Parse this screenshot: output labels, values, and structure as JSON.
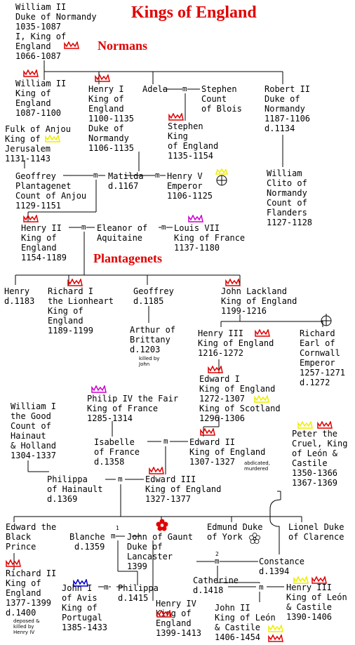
{
  "title": "Kings of England",
  "section_normans": "Normans",
  "section_plantagenets": "Plantagenets",
  "people": {
    "william2_normandy": "William II\nDuke of Normandy\n1035-1087\nI, King of\nEngland\n1066-1087",
    "william2": "William II\nKing of\nEngland\n1087-1100",
    "henry1": "Henry I\nKing of\nEngland\n1100-1135\nDuke of\nNormandy\n1106-1135",
    "adela": "Adela",
    "stephen_blois": "Stephen\nCount\nof Blois",
    "robert2": "Robert II\nDuke of\nNormandy\n1187-1106\nd.1134",
    "fulk": "Fulk of Anjou\nKing of\nJerusalem\n1131-1143",
    "stephen": "Stephen\nKing\nof England\n1135-1154",
    "geoffrey_plantagenet": "Geoffrey\nPlantagenet\nCount of Anjou\n1129-1151",
    "matilda": "Matilda",
    "matilda_d": "d.1167",
    "henry5_emperor": "Henry V\nEmperor\n1106-1125",
    "william_clito": "William\nClito of\nNormandy\nCount of\nFlanders\n1127-1128",
    "henry2": "Henry II\nKing of\nEngland\n1154-1189",
    "eleanor": "Eleanor of\nAquitaine",
    "louis7": "Louis VII\nKing of France\n1137-1180",
    "henry_young": "Henry\nd.1183",
    "richard1": "Richard I\nthe Lionheart\nKing of\nEngland\n1189-1199",
    "geoffrey": "Geoffrey\nd.1185",
    "john": "John Lackland\nKing of England\n1199-1216",
    "arthur": "Arthur of\nBrittany\nd.1203",
    "arthur_note": "killed by\nJohn",
    "henry3": "Henry III\nKing of England\n1216-1272",
    "richard_cornwall": "Richard\nEarl of\nCornwall\nEmperor\n1257-1271\nd.1272",
    "edward1": "Edward I\nKing of England\n1272-1307\nKing of Scotland\n1296-1306",
    "philip4": "Philip IV the Fair\nKing of France\n1285-1314",
    "william1_hainaut": "William I\nthe Good\nCount of\nHainaut\n& Holland\n1304-1337",
    "isabelle": "Isabelle\nof France\nd.1358",
    "edward2": "Edward II\nKing of England\n1307-1327",
    "edward2_note": "abdicated,\nmurdered",
    "peter_cruel": "Peter the\nCruel, King\nof León &\nCastile\n1350-1366\n1367-1369",
    "philippa_hainault": "Philippa\nof Hainault\nd.1369",
    "edward3": "Edward III\nKing of England\n1327-1377",
    "black_prince": "Edward the\nBlack\nPrince",
    "blanche": "Blanche",
    "blanche_d": "d.1359",
    "john_gaunt": "John of Gaunt\nDuke of\nLancaster\n1399",
    "edmund_york": "Edmund Duke\nof York",
    "lionel": "Lionel Duke\nof Clarence",
    "constance": "Constance\nd.1394",
    "richard2": "Richard II\nKing of\nEngland\n1377-1399\nd.1400",
    "richard2_note": "deposed &\nkilled by\nHenry IV",
    "john1_avis": "John I\nof Avis\nKing of\nPortugal\n1385-1433",
    "philippa": "Philippa\nd.1415",
    "henry4": "Henry IV\nKing of\nEngland\n1399-1413",
    "catherine": "Catherine\nd.1418",
    "henry3_leon": "Henry III\nKing of León\n& Castile\n1390-1406",
    "john2_leon": "John II\nKing of León\n& Castile\n1406-1454"
  },
  "marriage_symbol": "m",
  "marriage_order_1": "1",
  "marriage_order_2": "2",
  "colors": {
    "title": "#e00000",
    "crown_england": "#e00000",
    "crown_france": "#cc00cc",
    "crown_castile": "#eeee00",
    "crown_portugal": "#0000cc",
    "crown_jerusalem": "#eeee00",
    "crown_scotland": "#eeee00"
  },
  "icons": [
    "crown-icon",
    "imperial-crown-icon",
    "lancaster-rose-icon",
    "york-rose-icon"
  ]
}
